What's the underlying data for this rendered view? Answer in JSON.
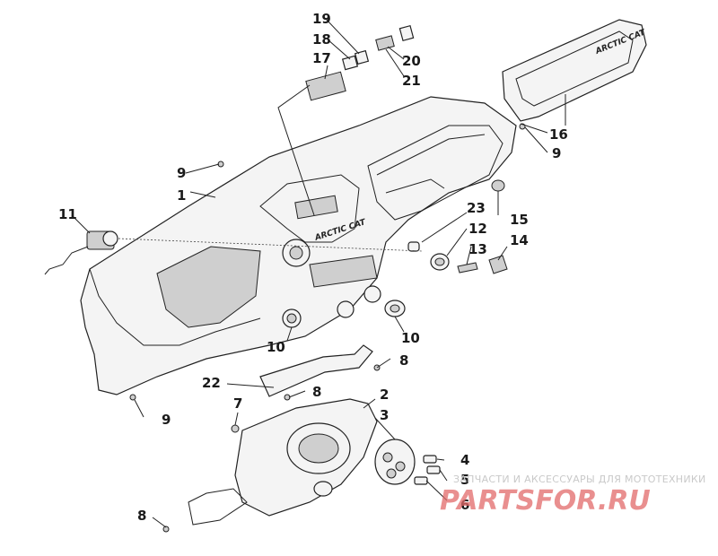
{
  "callouts": {
    "c1": "1",
    "c2": "2",
    "c3": "3",
    "c4": "4",
    "c5": "5",
    "c6": "6",
    "c7": "7",
    "c8a": "8",
    "c8b": "8",
    "c8c": "8",
    "c9a": "9",
    "c9b": "9",
    "c9c": "9",
    "c10a": "10",
    "c10b": "10",
    "c11": "11",
    "c12": "12",
    "c13": "13",
    "c14": "14",
    "c15": "15",
    "c16": "16",
    "c17": "17",
    "c18": "18",
    "c19": "19",
    "c20": "20",
    "c21": "21",
    "c22": "22",
    "c23": "23"
  },
  "labels": {
    "dash_brand": "ARCTIC CAT",
    "cover_brand": "ARCTIC CAT"
  },
  "watermark": {
    "tagline": "ЗАПЧАСТИ И АКСЕССУАРЫ ДЛЯ МОТОТЕХНИКИ",
    "logo": "PARTSFOR.RU"
  }
}
